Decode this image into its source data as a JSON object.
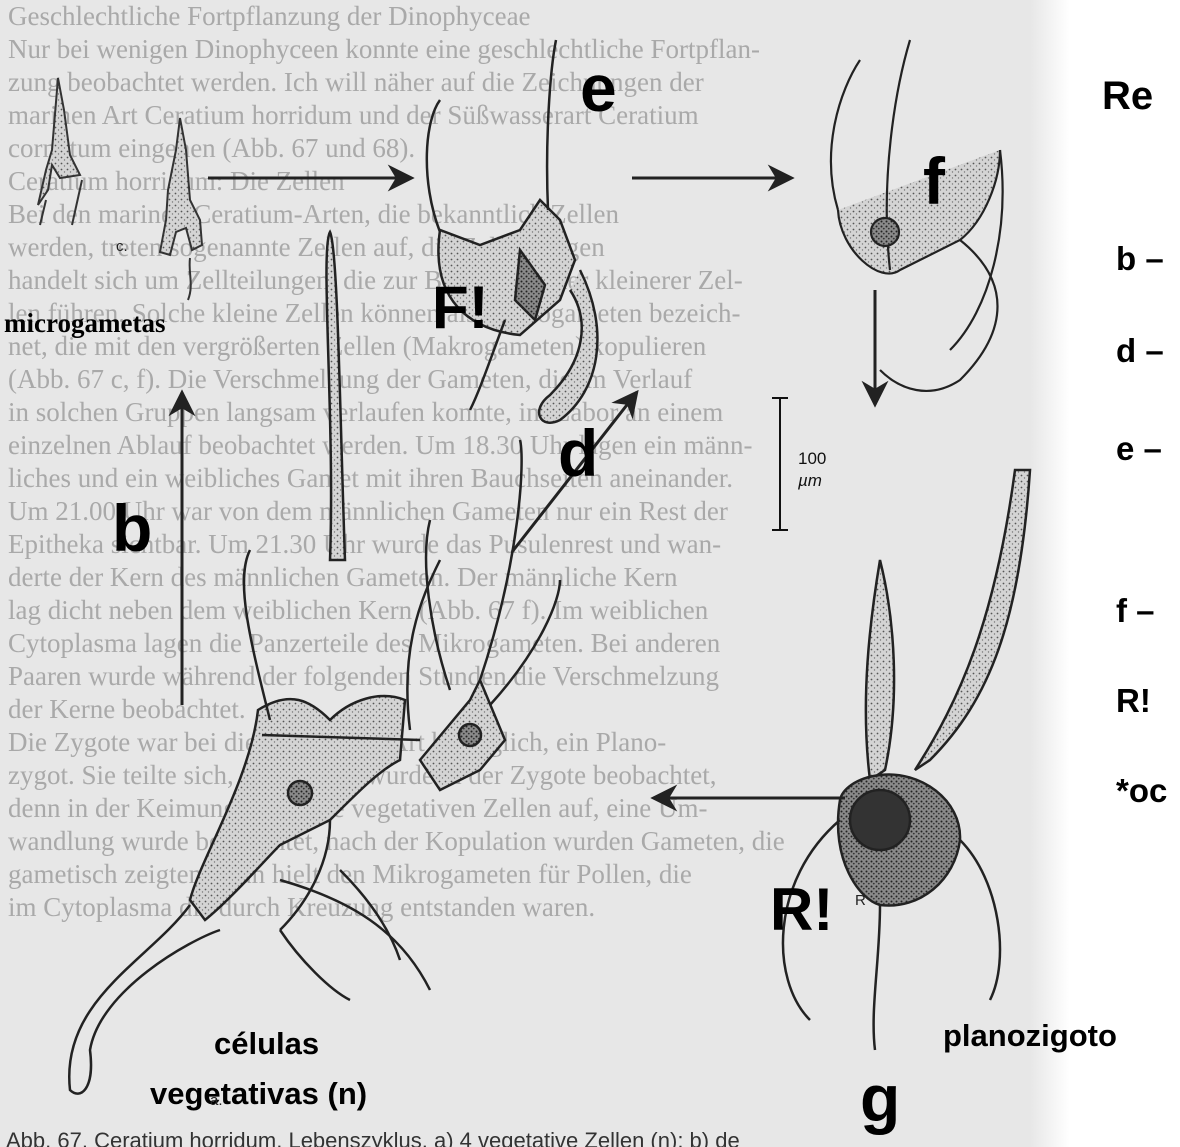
{
  "background_text": [
    "Geschlechtliche Fortpflanzung der Dinophyceae",
    "Nur bei wenigen Dinophyceen konnte eine geschlechtliche Fortpflan-",
    "zung beobachtet werden. Ich will näher auf die Zeichnungen der",
    "marinen Art Ceratium horridum und der Süßwasserart Ceratium",
    "cornutum eingehen (Abb. 67 und 68).",
    "Ceratium horridum: Die Zellen",
    "Bei den marinen Ceratium-Arten, die bekanntlich Zellen",
    "werden, treten sogenannte Zellen auf, die Zellteilungen",
    "handelt sich um Zellteilungen, die zur Bildung immer kleinerer Zel-",
    "len führen. Solche kleine Zellen können als Mikrogameten bezeich-",
    "net, die mit den vergrößerten Zellen (Makrogameten) kopulieren",
    "(Abb. 67 c, f). Die Verschmelzung der Gameten, die im Verlauf",
    "in solchen Gruppen langsam verlaufen konnte, im Labor an einem",
    "einzelnen Ablauf beobachtet werden. Um 18.30 Uhr lagen ein männ-",
    "liches und ein weibliches Gamet mit ihren Bauchseiten aneinander.",
    "Um 21.00 Uhr war von dem männlichen Gameten nur ein Rest der",
    "Epitheka sichtbar. Um 21.30 Uhr wurde das Pusulenrest und wan-",
    "derte der Kern des männlichen Gameten. Der männliche Kern",
    "lag dicht neben dem weiblichen Kern (Abb. 67 f). Im weiblichen",
    "Cytoplasma lagen die Panzerteile des Mikrogameten. Bei anderen",
    "Paaren wurde während der folgenden Stunden die Verschmelzung",
    "der Kerne beobachtet.",
    "Die Zygote war bei dieser marinen Art beweglich, ein Plano-",
    "zygot. Sie teilte sich, die Meiose wurde in der Zygote beobachtet,",
    "denn in der Keimung traten die vegetativen Zellen auf, eine Um-",
    "wandlung wurde beobachtet, nach der Kopulation wurden Gameten, die",
    "gametisch zeigten. Man hielt den Mikrogameten für Pollen, die",
    "im Cytoplasma die durch Kreuzung entstanden waren.",
    "",
    ""
  ],
  "labels": {
    "microgametas": "microgametas",
    "letter_b": "b",
    "letter_d": "d",
    "letter_e": "e",
    "letter_f": "f",
    "letter_g": "g",
    "f_bang": "F!",
    "r_bang": "R!",
    "celulas_line1": "células",
    "celulas_line2": "vegetativas (n)",
    "planozigoto": "planozigoto",
    "small_c": "c.",
    "small_a": "a.",
    "small_r": "R",
    "scalebar_number": "100",
    "scalebar_unit": "µm"
  },
  "side_panel": {
    "title": "Re",
    "items": [
      "b –",
      "d –",
      "e –",
      "f –",
      "R!",
      "*oc"
    ]
  },
  "caption": "Abb. 67. Ceratium horridum, Lebenszyklus. a) 4 vegetative Zellen (n); b) de"
}
